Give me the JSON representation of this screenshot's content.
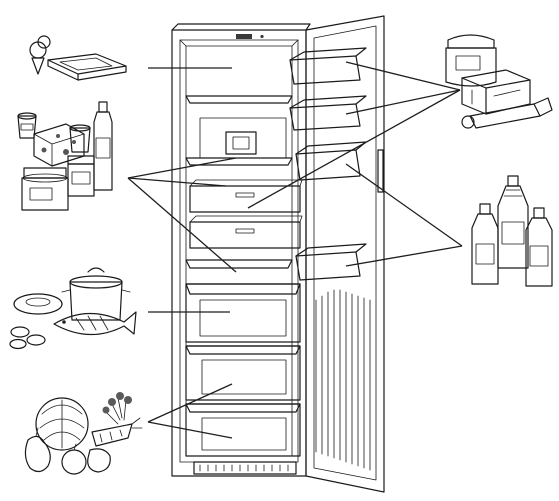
{
  "diagram": {
    "kind": "refrigerator-storage-guide",
    "caption": "",
    "palette": {
      "outline": "#1a1a1a",
      "light": "#e9e9e9",
      "mid": "#bdbdbd",
      "dark": "#7c7c7c",
      "darker": "#4a4a4a",
      "leader": "#1f1f1f"
    },
    "zones": [
      {
        "name": "top-shelf"
      },
      {
        "name": "middle-shelves"
      },
      {
        "name": "freezer-drawer"
      },
      {
        "name": "vegetable-drawers"
      },
      {
        "name": "door-upper-racks"
      },
      {
        "name": "door-bottle-racks"
      }
    ],
    "food_groups": [
      {
        "name": "ice-cream-and-frozen-pack",
        "zone": "top-shelf"
      },
      {
        "name": "dairy-cheese-jars-and-bottle",
        "zone": "middle-shelves"
      },
      {
        "name": "fish-meat-and-pot",
        "zone": "freezer-drawer"
      },
      {
        "name": "vegetables-and-fruit",
        "zone": "vegetable-drawers"
      },
      {
        "name": "jar-butter-and-tube",
        "zone": "door-upper-racks"
      },
      {
        "name": "bottles",
        "zone": "door-bottle-racks"
      }
    ]
  }
}
